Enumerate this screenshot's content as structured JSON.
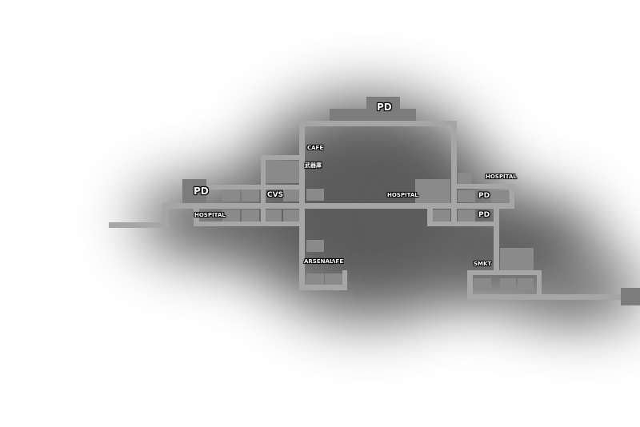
{
  "map": {
    "labels": {
      "pd_top": "PD",
      "pd_left": "PD",
      "pd_right_upper": "PD",
      "pd_right_lower": "PD",
      "cafe_upper": "CAFE",
      "cafe_lower": "CAFE",
      "armory": "武器庫",
      "cvs": "CVS",
      "hospital_left": "HOSPITAL",
      "hospital_center": "HOSPITAL",
      "hospital_right": "HOSPITAL",
      "arsenal": "ARSENAL",
      "smkt": "SMKT"
    }
  }
}
